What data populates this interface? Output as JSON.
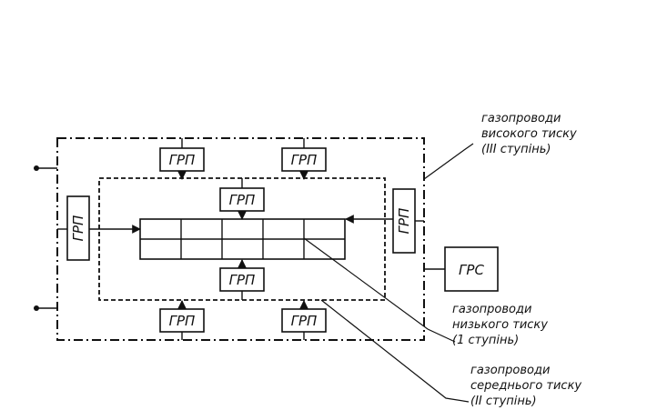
{
  "labels": {
    "grp": "ГРП",
    "grs": "ГРС"
  },
  "notes": {
    "high": {
      "line1": "газопроводи",
      "line2": "високого тиску",
      "line3": "(ІІІ ступінь)"
    },
    "low": {
      "line1": "газопроводи",
      "line2": "низького тиску",
      "line3": "(1  ступінь)"
    },
    "medium": {
      "line1": "газопроводи",
      "line2": "середнього тиску",
      "line3": "(ІІ ступінь)"
    }
  },
  "colors": {
    "ink": "#111111",
    "background": "#ffffff"
  }
}
